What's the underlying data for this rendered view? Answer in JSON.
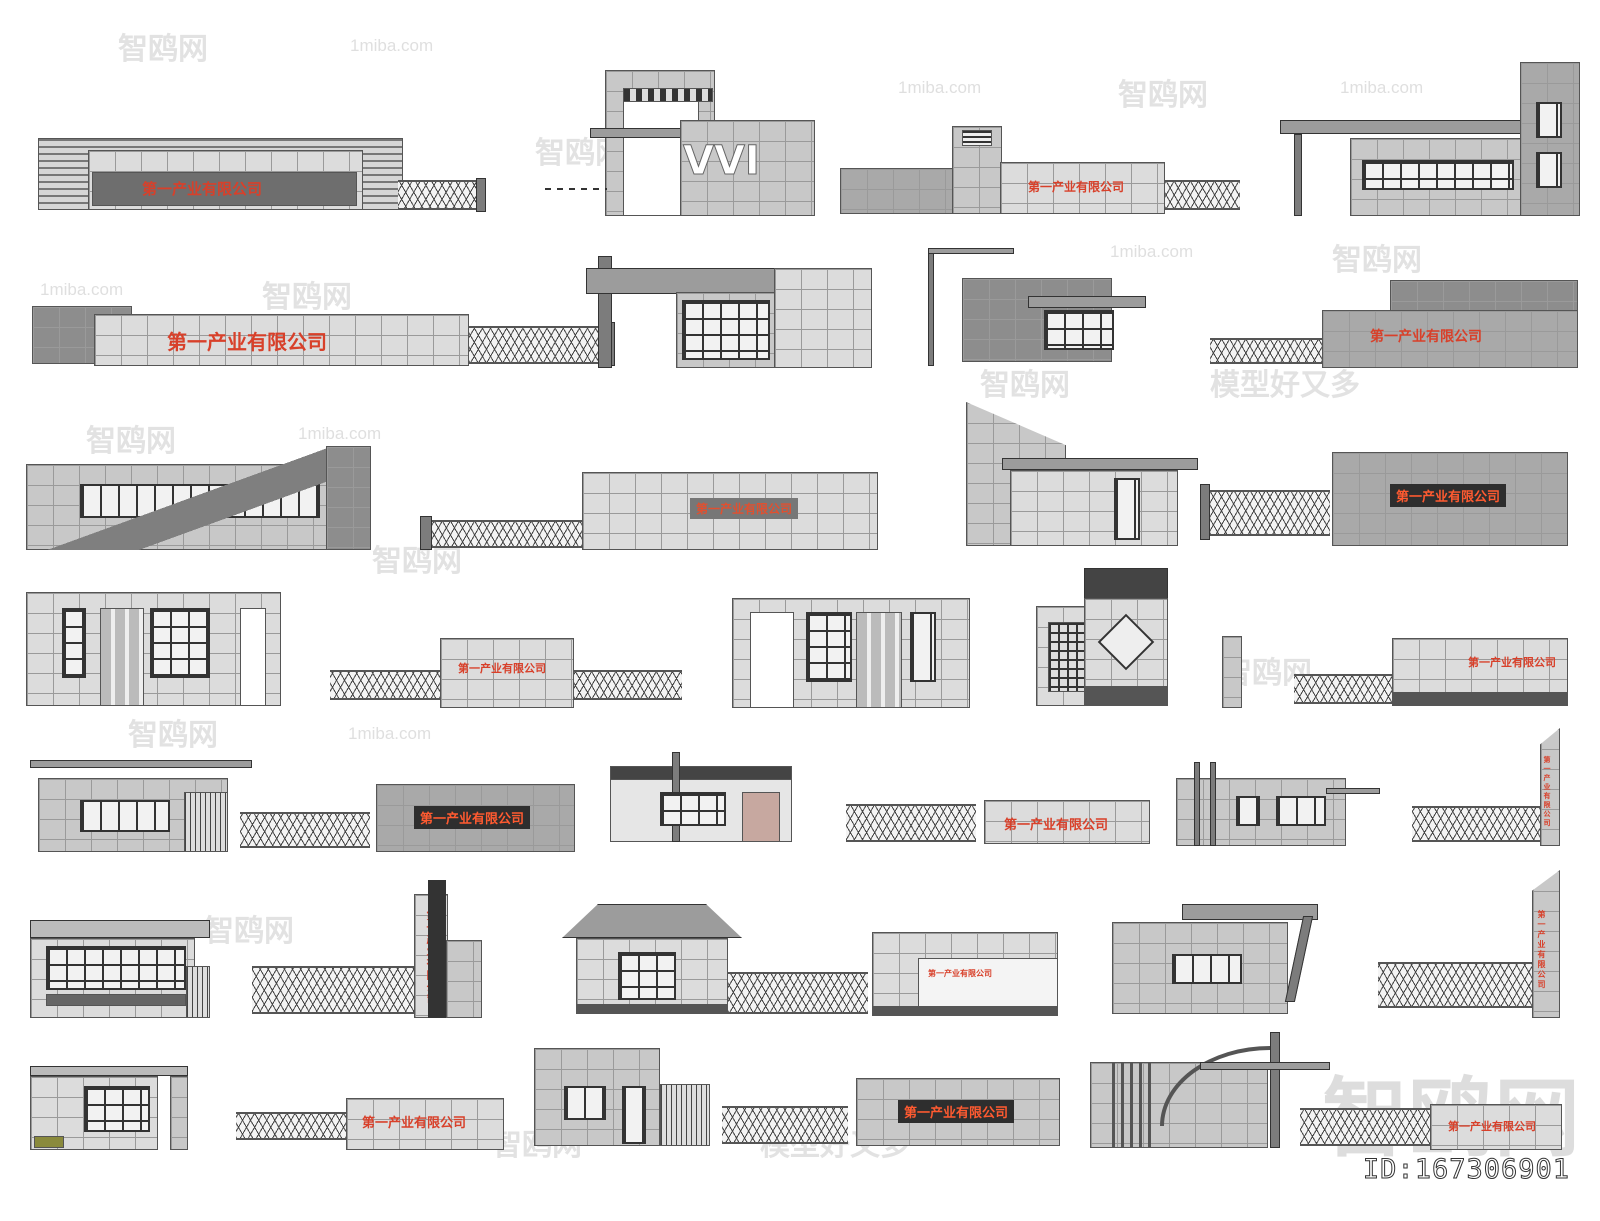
{
  "watermarks": {
    "brand_cn": "智鸥网",
    "domain": "1miba.com",
    "slogan_cn": "模型好又多",
    "dash": "————"
  },
  "sign_text": "第一产业有限公司",
  "gate_logo_text": "VVI",
  "id_label": "ID:167306901",
  "colors": {
    "sign_red": "#d8402a",
    "wall_gray": "#c8c8c8",
    "background": "#ffffff"
  }
}
